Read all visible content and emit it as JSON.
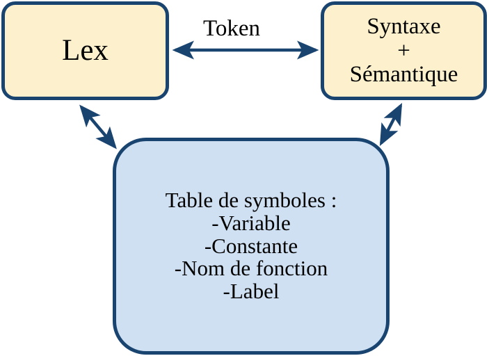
{
  "diagram": {
    "title": "Lex / Syntaxe + Semantique / Table de symboles",
    "colors": {
      "box_fill_top": "#fdf0cd",
      "box_fill_bottom": "#cfe0f3",
      "border": "#1a4470",
      "arrow": "#1a4470",
      "text": "#000000",
      "background": "#ffffff"
    },
    "nodes": {
      "lex": {
        "label": "Lex",
        "lines": [
          "Lex"
        ]
      },
      "syntax": {
        "label": "Syntaxe + Sémantique",
        "lines": [
          "Syntaxe",
          "+",
          "Sémantique"
        ]
      },
      "symbols": {
        "label": "Table de symboles",
        "lines": [
          "Table de symboles :",
          "-Variable",
          "-Constante",
          "-Nom de fonction",
          "-Label"
        ]
      }
    },
    "edges": [
      {
        "id": "lex-syntax",
        "label": "Token",
        "from": "lex",
        "to": "syntax",
        "direction": "bidirectional"
      },
      {
        "id": "lex-symbols",
        "label": "",
        "from": "lex",
        "to": "symbols",
        "direction": "bidirectional"
      },
      {
        "id": "syntax-symbols",
        "label": "",
        "from": "syntax",
        "to": "symbols",
        "direction": "bidirectional"
      }
    ]
  }
}
